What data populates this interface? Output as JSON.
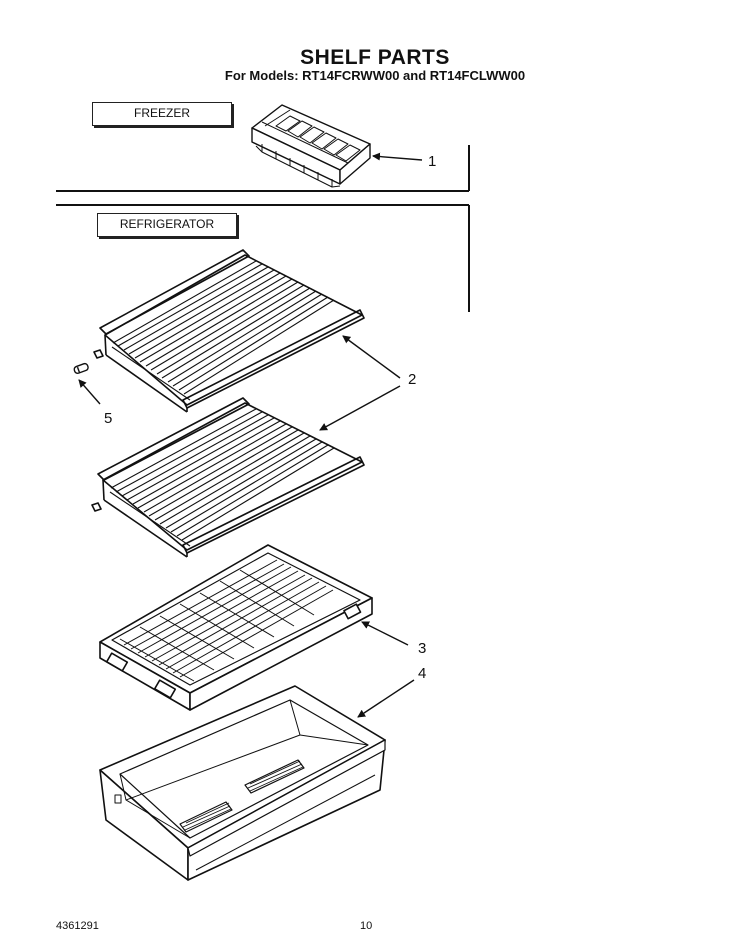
{
  "header": {
    "title": "SHELF PARTS",
    "subtitle": "For Models: RT14FCRWW00 and RT14FCLWW00"
  },
  "sections": {
    "freezer": "FREEZER",
    "refrigerator": "REFRIGERATOR"
  },
  "callouts": {
    "ice_tray": "1",
    "wire_shelf": "2",
    "crisper_cover": "3",
    "crisper_pan": "4",
    "shelf_end_cap": "5"
  },
  "footer": {
    "doc_number": "4361291",
    "page_number": "10"
  }
}
